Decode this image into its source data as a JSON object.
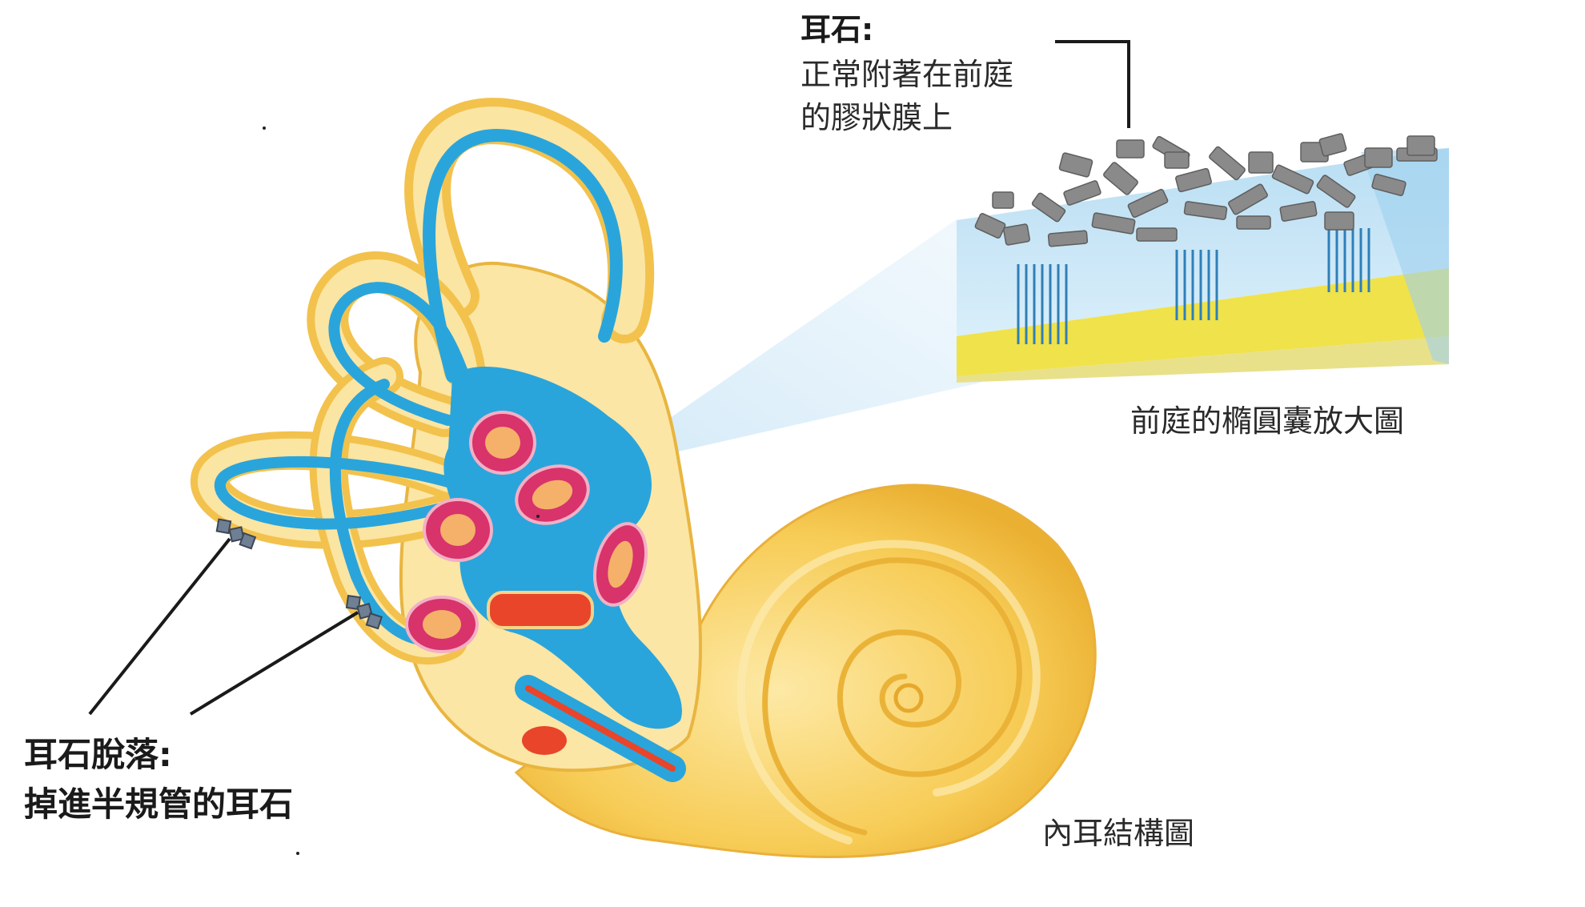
{
  "colors": {
    "bone": "#f5c64a",
    "bone_light": "#fbe4a4",
    "fluid": "#29a5dc",
    "sensory": "#d8336b",
    "duct_red": "#e8452a",
    "otolith": "#8a8a8a",
    "gel_blue": "#c6e6f6",
    "yellow_base": "#f0e24a"
  },
  "labels": {
    "otolith_title": "耳石:",
    "otolith_desc_line1": "正常附著在前庭",
    "otolith_desc_line2": "的膠狀膜上",
    "zoom_caption": "前庭的橢圓囊放大圖",
    "detached_line1": "耳石脫落:",
    "detached_line2": "掉進半規管的耳石",
    "inner_ear_caption": "內耳結構圖"
  }
}
